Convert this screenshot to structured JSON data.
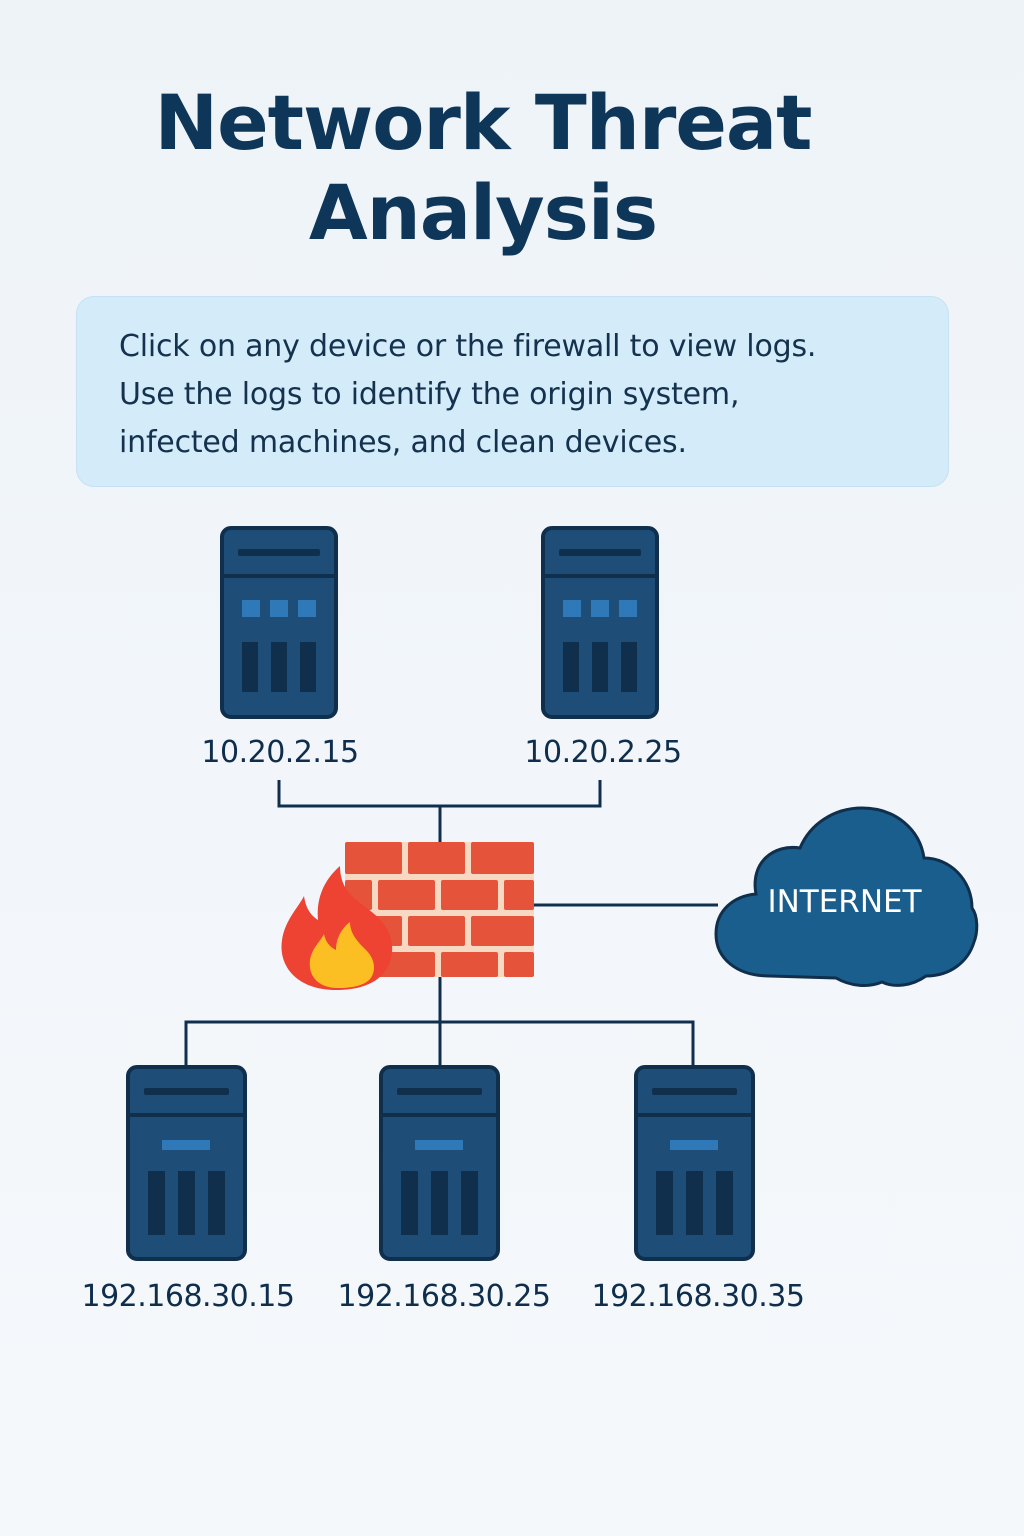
{
  "title": {
    "line1": "Network Threat",
    "line2": "Analysis"
  },
  "instructions": {
    "line1": "Click on any device or the firewall to view logs.",
    "line2": "Use the logs to identify the origin system,",
    "line3": "infected machines, and clean devices."
  },
  "devices": {
    "server_1": {
      "ip": "10.20.2.15",
      "icon": "server-icon"
    },
    "server_2": {
      "ip": "10.20.2.25",
      "icon": "server-icon"
    },
    "host_1": {
      "ip": "192.168.30.15",
      "icon": "server-icon"
    },
    "host_2": {
      "ip": "192.168.30.25",
      "icon": "server-icon"
    },
    "host_3": {
      "ip": "192.168.30.35",
      "icon": "server-icon"
    }
  },
  "firewall": {
    "icon": "firewall-icon"
  },
  "internet": {
    "label": "INTERNET",
    "icon": "cloud-icon"
  },
  "colors": {
    "title": "#0e3658",
    "device_fill": "#1e4e78",
    "device_outline": "#0f2f4d",
    "device_accent": "#2f79b8",
    "firewall_brick": "#e5533a",
    "mortar": "#f7d8c2",
    "flame_outer": "#ee4232",
    "flame_inner": "#fbbf23",
    "cloud": "#1a5e8e",
    "info_box": "#d4ebf9",
    "wire": "#0f2f4d"
  }
}
